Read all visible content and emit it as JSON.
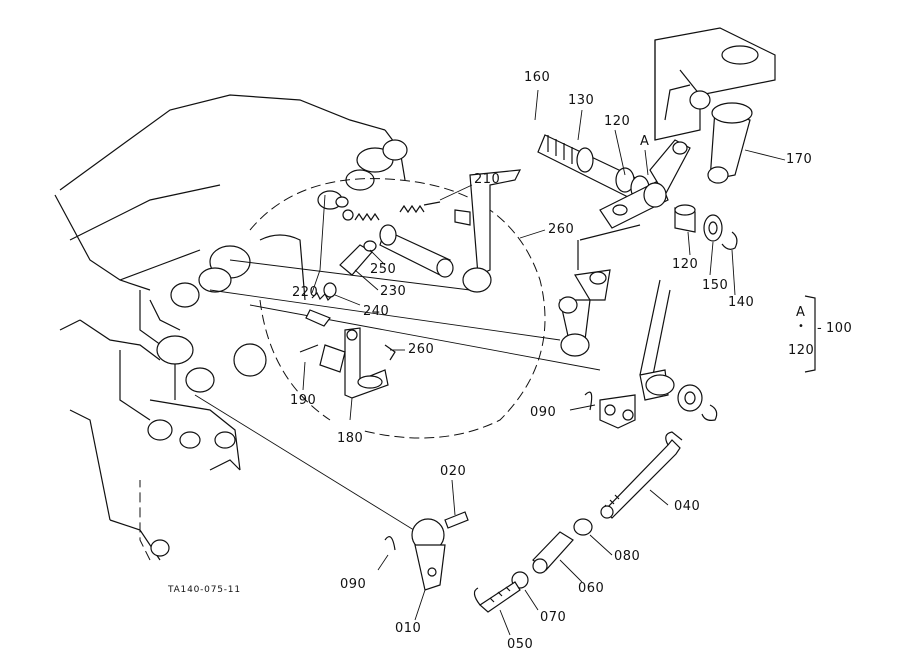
{
  "drawing_code": "TA140-075-11",
  "callouts": [
    "160",
    "130",
    "120",
    "A",
    "170",
    "210",
    "260",
    "250",
    "230",
    "220",
    "240",
    "120",
    "150",
    "140",
    "260",
    "190",
    "180",
    "090",
    "040",
    "020",
    "080",
    "060",
    "090",
    "070",
    "010",
    "050"
  ],
  "legend": {
    "letter": "A",
    "dot": "•",
    "group": "100",
    "member": "120"
  }
}
